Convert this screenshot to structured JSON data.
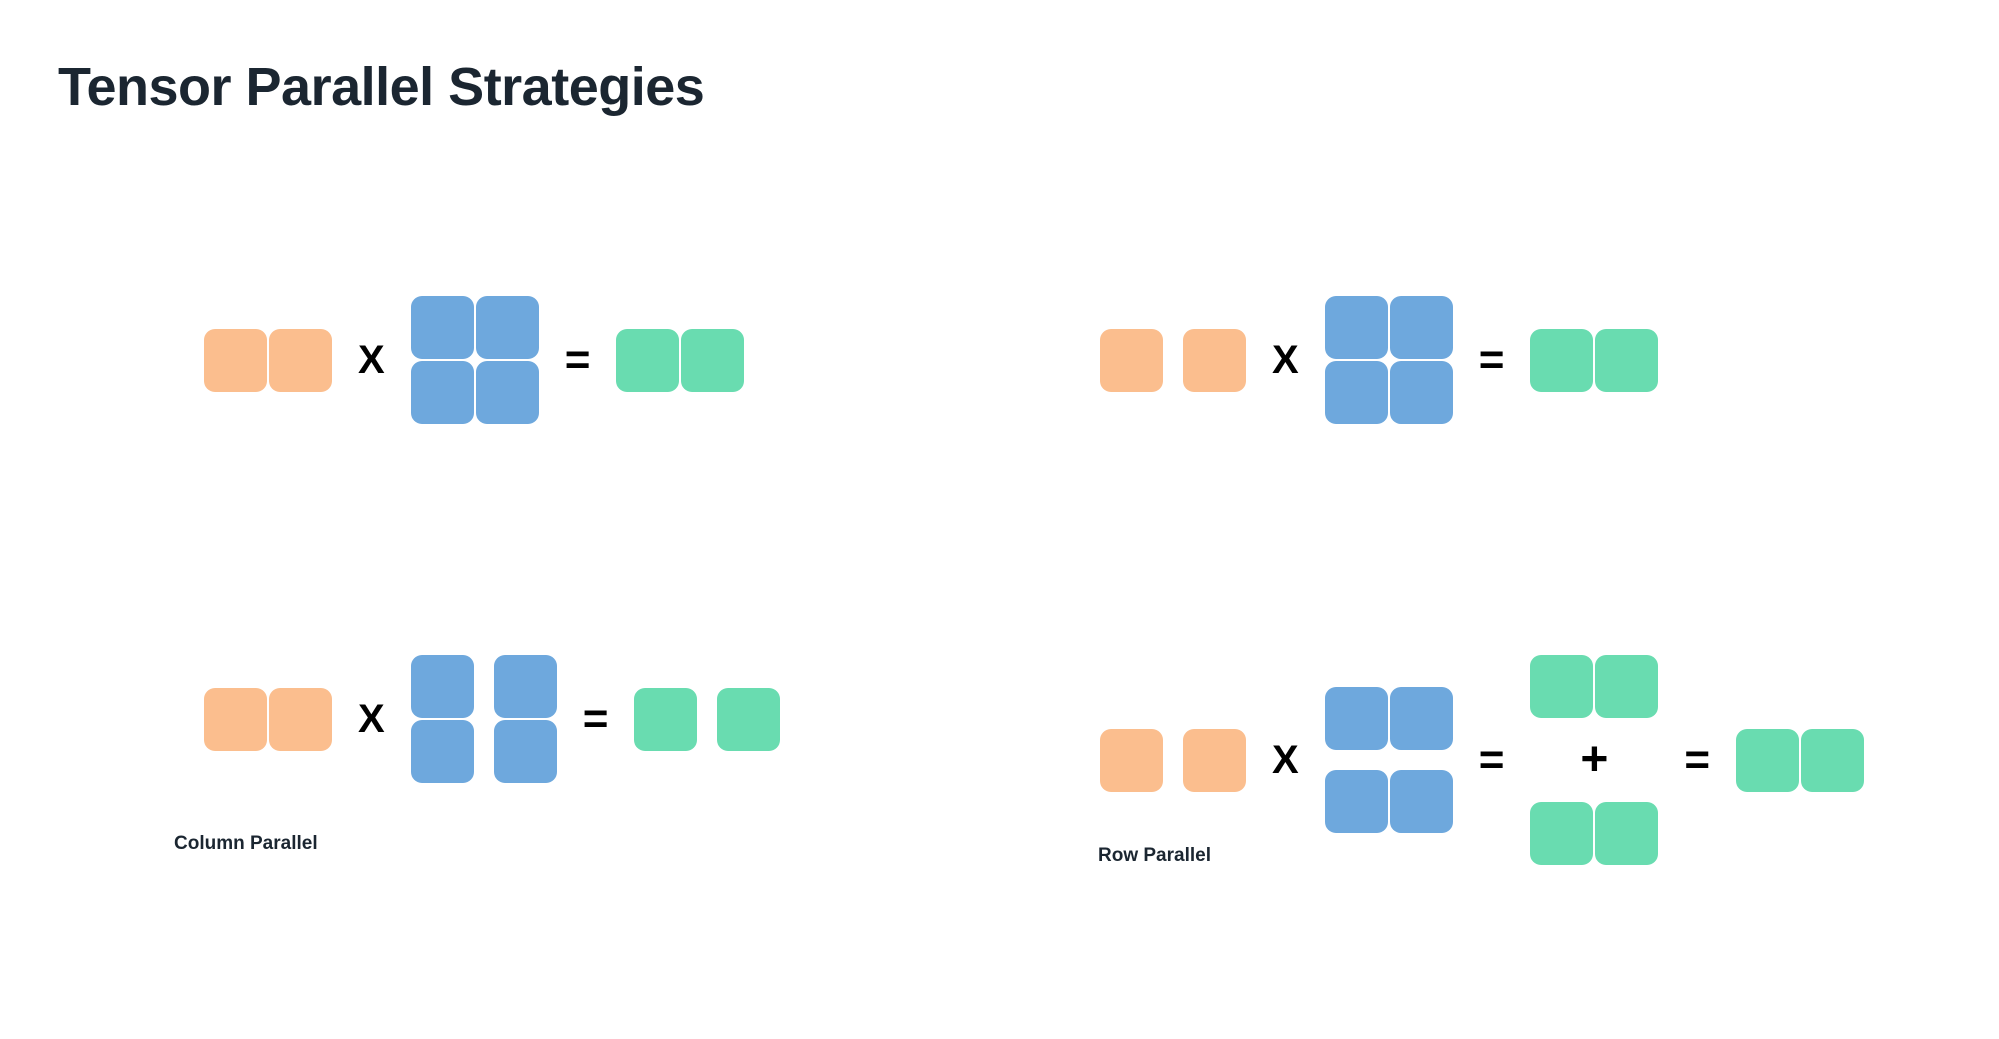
{
  "page": {
    "title": "Tensor Parallel Strategies",
    "background_color": "#ffffff"
  },
  "colors": {
    "input_orange": "#fbbe8e",
    "weight_blue": "#6ea8dd",
    "output_green": "#69dcb0",
    "text_dark": "#1b2631",
    "operator_black": "#000000"
  },
  "operators": {
    "times": "X",
    "equals": "=",
    "plus": "+"
  },
  "captions": {
    "column_parallel": "Column Parallel",
    "row_parallel": "Row Parallel"
  },
  "chart_data": {
    "type": "diagram",
    "title": "Tensor Parallel Strategies",
    "description": "Matrix multiplication block diagrams comparing column-parallel and row-parallel tensor sharding.",
    "panels": [
      {
        "name": "column-parallel-unsharded",
        "caption": "",
        "row": "top-left",
        "expression": "A (1x2) X B (2x2) = Y (1x2)",
        "terms": [
          {
            "role": "input",
            "color": "orange",
            "rows": 1,
            "cols": 2,
            "col_gap": "tight",
            "row_gap": "tight"
          },
          {
            "role": "operator",
            "symbol": "X"
          },
          {
            "role": "weight",
            "color": "blue",
            "rows": 2,
            "cols": 2,
            "col_gap": "tight",
            "row_gap": "tight"
          },
          {
            "role": "operator",
            "symbol": "="
          },
          {
            "role": "output",
            "color": "green",
            "rows": 1,
            "cols": 2,
            "col_gap": "tight",
            "row_gap": "tight"
          }
        ]
      },
      {
        "name": "column-parallel-sharded",
        "caption": "Column Parallel",
        "row": "bottom-left",
        "expression": "A (1x2) X B split by columns = Y split by columns",
        "terms": [
          {
            "role": "input",
            "color": "orange",
            "rows": 1,
            "cols": 2,
            "col_gap": "tight",
            "row_gap": "tight"
          },
          {
            "role": "operator",
            "symbol": "X"
          },
          {
            "role": "weight",
            "color": "blue",
            "rows": 2,
            "cols": 2,
            "col_gap": "split",
            "row_gap": "tight"
          },
          {
            "role": "operator",
            "symbol": "="
          },
          {
            "role": "output",
            "color": "green",
            "rows": 1,
            "cols": 2,
            "col_gap": "split",
            "row_gap": "tight"
          }
        ]
      },
      {
        "name": "row-parallel-unsharded",
        "caption": "",
        "row": "top-right",
        "expression": "A split by columns X B (2x2) = Y (1x2)",
        "terms": [
          {
            "role": "input",
            "color": "orange",
            "rows": 1,
            "cols": 2,
            "col_gap": "split",
            "row_gap": "tight"
          },
          {
            "role": "operator",
            "symbol": "X"
          },
          {
            "role": "weight",
            "color": "blue",
            "rows": 2,
            "cols": 2,
            "col_gap": "tight",
            "row_gap": "tight"
          },
          {
            "role": "operator",
            "symbol": "="
          },
          {
            "role": "output",
            "color": "green",
            "rows": 1,
            "cols": 2,
            "col_gap": "tight",
            "row_gap": "tight"
          }
        ]
      },
      {
        "name": "row-parallel-sharded",
        "caption": "Row Parallel",
        "row": "bottom-right",
        "expression": "A split by columns X B split by rows = partial1 + partial2 = Y (1x2)",
        "terms": [
          {
            "role": "input",
            "color": "orange",
            "rows": 1,
            "cols": 2,
            "col_gap": "split",
            "row_gap": "tight"
          },
          {
            "role": "operator",
            "symbol": "X"
          },
          {
            "role": "weight",
            "color": "blue",
            "rows": 2,
            "cols": 2,
            "col_gap": "tight",
            "row_gap": "split"
          },
          {
            "role": "operator",
            "symbol": "="
          },
          {
            "role": "partial_sum_stack",
            "color": "green",
            "parts": 2,
            "part_rows": 1,
            "part_cols": 2,
            "joiner": "+"
          },
          {
            "role": "operator",
            "symbol": "="
          },
          {
            "role": "output",
            "color": "green",
            "rows": 1,
            "cols": 2,
            "col_gap": "tight",
            "row_gap": "tight"
          }
        ]
      }
    ]
  }
}
